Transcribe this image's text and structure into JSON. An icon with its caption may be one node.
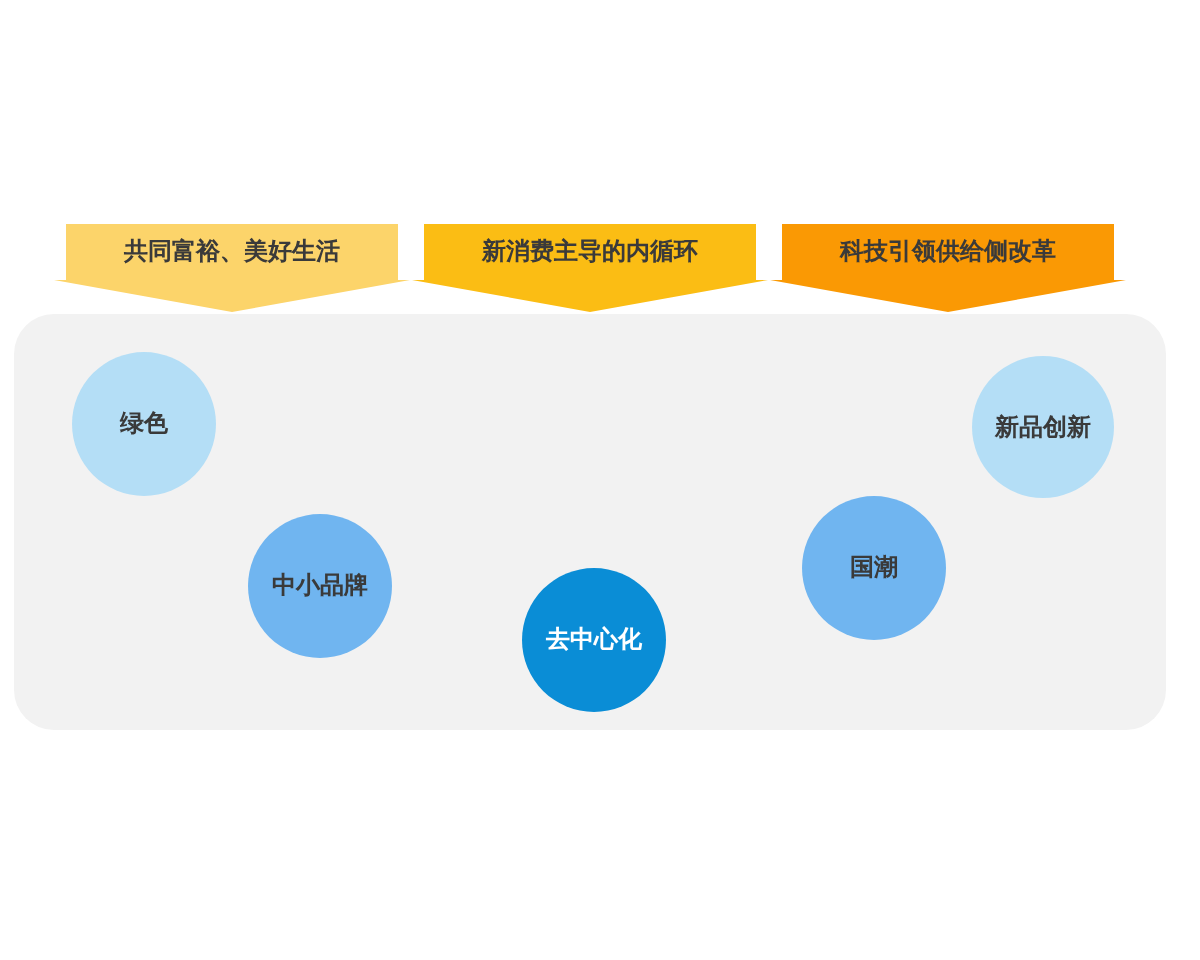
{
  "diagram": {
    "nodes": [
      {
        "text": [
          "共同富裕、美好生活"
        ]
      },
      {
        "text": [
          "新消费主导的内循环"
        ]
      },
      {
        "text": [
          "科技引领供给侧改革"
        ]
      },
      {
        "text": [],
        "shape": "box"
      },
      {
        "text": [
          "绿色"
        ],
        "in": 3
      },
      {
        "text": [
          "中小品牌"
        ],
        "in": 3
      },
      {
        "text": [
          "去中心化"
        ],
        "in": 3
      },
      {
        "text": [
          "国潮"
        ],
        "in": 3
      },
      {
        "text": [
          "新品创新"
        ],
        "in": 3
      }
    ]
  }
}
